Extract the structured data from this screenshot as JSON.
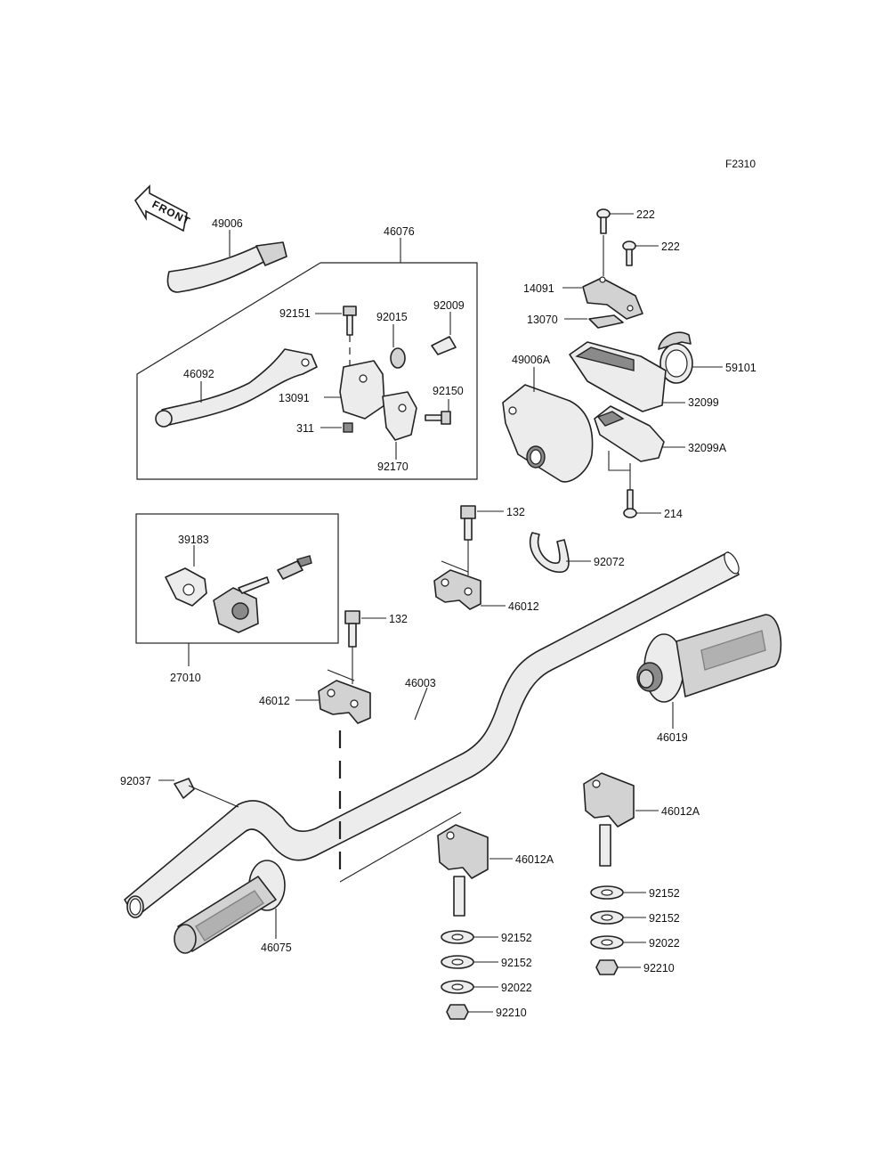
{
  "diagram_code": "F2310",
  "front_label": "FRONT",
  "callouts": {
    "p49006": "49006",
    "p46076": "46076",
    "p92151": "92151",
    "p92015": "92015",
    "p92009": "92009",
    "p46092": "46092",
    "p13091": "13091",
    "p92150": "92150",
    "p311": "311",
    "p92170": "92170",
    "p222a": "222",
    "p222b": "222",
    "p14091": "14091",
    "p13070": "13070",
    "p49006A": "49006A",
    "p59101": "59101",
    "p32099": "32099",
    "p32099A": "32099A",
    "p214": "214",
    "p39183": "39183",
    "p27010": "27010",
    "p132a": "132",
    "p92072": "92072",
    "p46012a": "46012",
    "p132b": "132",
    "p46012b": "46012",
    "p46003": "46003",
    "p46019": "46019",
    "p92037": "92037",
    "p46012Aa": "46012A",
    "p46012Ab": "46012A",
    "p46075": "46075",
    "p92152a": "92152",
    "p92152b": "92152",
    "p92022a": "92022",
    "p92210a": "92210",
    "p92152c": "92152",
    "p92152d": "92152",
    "p92022b": "92022",
    "p92210b": "92210"
  }
}
